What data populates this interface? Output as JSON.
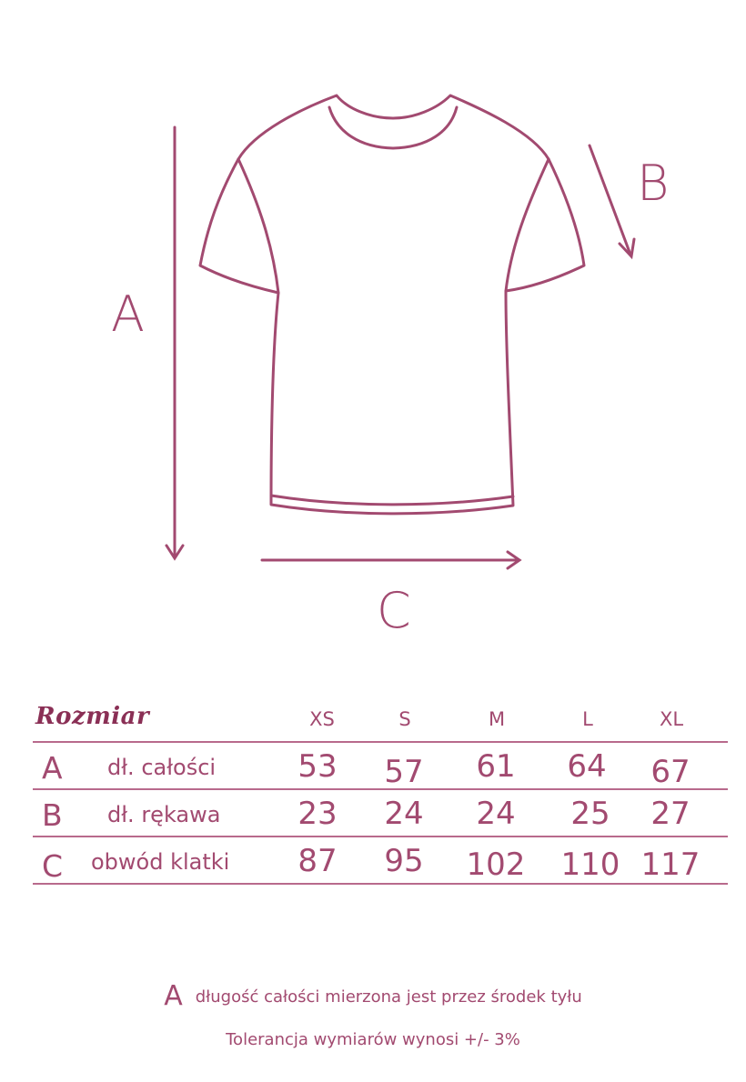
{
  "diagram": {
    "label_a": "A",
    "label_b": "B",
    "label_c": "C",
    "stroke_color": "#a24a70"
  },
  "table": {
    "title": "Rozmiar",
    "sizes": [
      "XS",
      "S",
      "M",
      "L",
      "XL"
    ],
    "rows": [
      {
        "letter": "A",
        "label": "dł. całości",
        "values": [
          "53",
          "57",
          "61",
          "64",
          "67"
        ]
      },
      {
        "letter": "B",
        "label": "dł. rękawa",
        "values": [
          "23",
          "24",
          "24",
          "25",
          "27"
        ]
      },
      {
        "letter": "C",
        "label": "obwód klatki",
        "values": [
          "87",
          "95",
          "102",
          "110",
          "117"
        ]
      }
    ]
  },
  "notes": {
    "note1_letter": "A",
    "note1_text": "długość całości mierzona jest przez środek tyłu",
    "note2_text": "Tolerancja wymiarów wynosi +/- 3%"
  }
}
